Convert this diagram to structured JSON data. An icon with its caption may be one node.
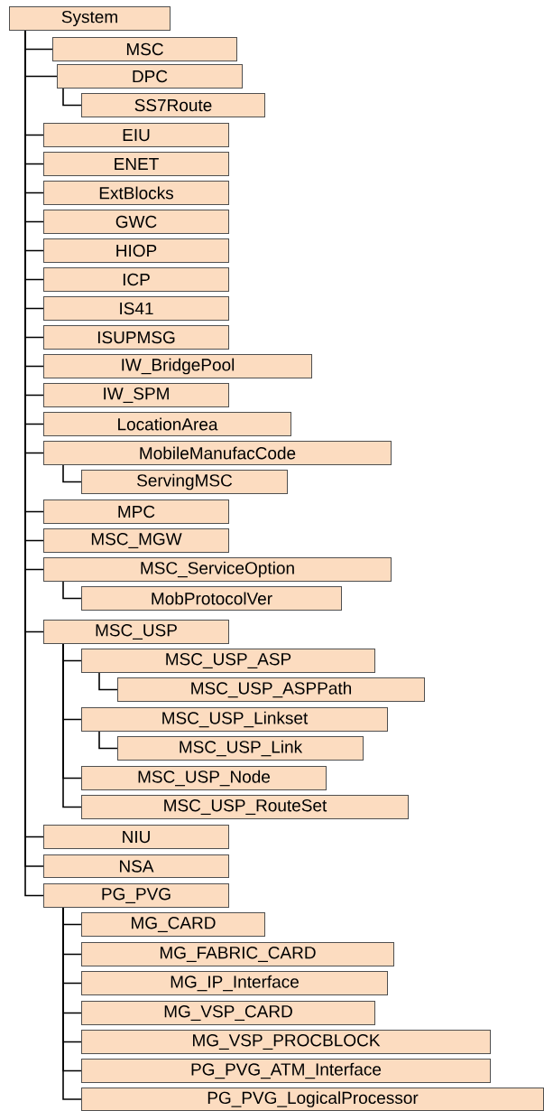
{
  "diagram": {
    "nodes": [
      {
        "text": [
          "System"
        ]
      },
      {
        "text": [
          "MSC"
        ]
      },
      {
        "text": [
          "DPC"
        ]
      },
      {
        "text": [
          "SS7Route"
        ]
      },
      {
        "text": [
          "EIU"
        ]
      },
      {
        "text": [
          "ENET"
        ]
      },
      {
        "text": [
          "ExtBlocks"
        ]
      },
      {
        "text": [
          "GWC"
        ]
      },
      {
        "text": [
          "HIOP"
        ]
      },
      {
        "text": [
          "ICP"
        ]
      },
      {
        "text": [
          "IS41"
        ]
      },
      {
        "text": [
          "ISUPMSG"
        ]
      },
      {
        "text": [
          "IW_BridgePool"
        ]
      },
      {
        "text": [
          "IW_SPM"
        ]
      },
      {
        "text": [
          "LocationArea"
        ]
      },
      {
        "text": [
          "MobileManufacCode"
        ]
      },
      {
        "text": [
          "ServingMSC"
        ]
      },
      {
        "text": [
          "MPC"
        ]
      },
      {
        "text": [
          "MSC_MGW"
        ]
      },
      {
        "text": [
          "MSC_ServiceOption"
        ]
      },
      {
        "text": [
          "MobProtocolVer"
        ]
      },
      {
        "text": [
          "MSC_USP"
        ]
      },
      {
        "text": [
          "MSC_USP_ASP"
        ]
      },
      {
        "text": [
          "MSC_USP_ASPPath"
        ]
      },
      {
        "text": [
          "MSC_USP_Linkset"
        ]
      },
      {
        "text": [
          "MSC_USP_Link"
        ]
      },
      {
        "text": [
          "MSC_USP_Node"
        ]
      },
      {
        "text": [
          "MSC_USP_RouteSet"
        ]
      },
      {
        "text": [
          "NIU"
        ]
      },
      {
        "text": [
          "NSA"
        ]
      },
      {
        "text": [
          "PG_PVG"
        ]
      },
      {
        "text": [
          "MG_CARD"
        ]
      },
      {
        "text": [
          "MG_FABRIC_CARD"
        ]
      },
      {
        "text": [
          "MG_IP_Interface"
        ]
      },
      {
        "text": [
          "MG_VSP_CARD"
        ]
      },
      {
        "text": [
          "MG_VSP_PROCBLOCK"
        ]
      },
      {
        "text": [
          "PG_PVG_ATM_Interface"
        ]
      },
      {
        "text": [
          "PG_PVG_LogicalProcessor"
        ]
      }
    ],
    "edges": [
      {
        "from": 0,
        "to": 1,
        "arrow": "none"
      },
      {
        "from": 0,
        "to": 2,
        "arrow": "none"
      },
      {
        "from": 2,
        "to": 3,
        "arrow": "none"
      },
      {
        "from": 0,
        "to": 4,
        "arrow": "none"
      },
      {
        "from": 0,
        "to": 5,
        "arrow": "none"
      },
      {
        "from": 0,
        "to": 6,
        "arrow": "none"
      },
      {
        "from": 0,
        "to": 7,
        "arrow": "none"
      },
      {
        "from": 0,
        "to": 8,
        "arrow": "none"
      },
      {
        "from": 0,
        "to": 9,
        "arrow": "none"
      },
      {
        "from": 0,
        "to": 10,
        "arrow": "none"
      },
      {
        "from": 0,
        "to": 11,
        "arrow": "none"
      },
      {
        "from": 0,
        "to": 12,
        "arrow": "none"
      },
      {
        "from": 0,
        "to": 13,
        "arrow": "none"
      },
      {
        "from": 0,
        "to": 14,
        "arrow": "none"
      },
      {
        "from": 0,
        "to": 15,
        "arrow": "none"
      },
      {
        "from": 15,
        "to": 16,
        "arrow": "none"
      },
      {
        "from": 0,
        "to": 17,
        "arrow": "none"
      },
      {
        "from": 0,
        "to": 18,
        "arrow": "none"
      },
      {
        "from": 0,
        "to": 19,
        "arrow": "none"
      },
      {
        "from": 19,
        "to": 20,
        "arrow": "none"
      },
      {
        "from": 0,
        "to": 21,
        "arrow": "none"
      },
      {
        "from": 21,
        "to": 22,
        "arrow": "none"
      },
      {
        "from": 22,
        "to": 23,
        "arrow": "none"
      },
      {
        "from": 21,
        "to": 24,
        "arrow": "none"
      },
      {
        "from": 24,
        "to": 25,
        "arrow": "none"
      },
      {
        "from": 21,
        "to": 26,
        "arrow": "none"
      },
      {
        "from": 21,
        "to": 27,
        "arrow": "none"
      },
      {
        "from": 0,
        "to": 28,
        "arrow": "none"
      },
      {
        "from": 0,
        "to": 29,
        "arrow": "none"
      },
      {
        "from": 0,
        "to": 30,
        "arrow": "none"
      },
      {
        "from": 30,
        "to": 31,
        "arrow": "none"
      },
      {
        "from": 30,
        "to": 32,
        "arrow": "none"
      },
      {
        "from": 30,
        "to": 33,
        "arrow": "none"
      },
      {
        "from": 30,
        "to": 34,
        "arrow": "none"
      },
      {
        "from": 30,
        "to": 35,
        "arrow": "none"
      },
      {
        "from": 30,
        "to": 36,
        "arrow": "none"
      },
      {
        "from": 30,
        "to": 37,
        "arrow": "none"
      }
    ]
  }
}
